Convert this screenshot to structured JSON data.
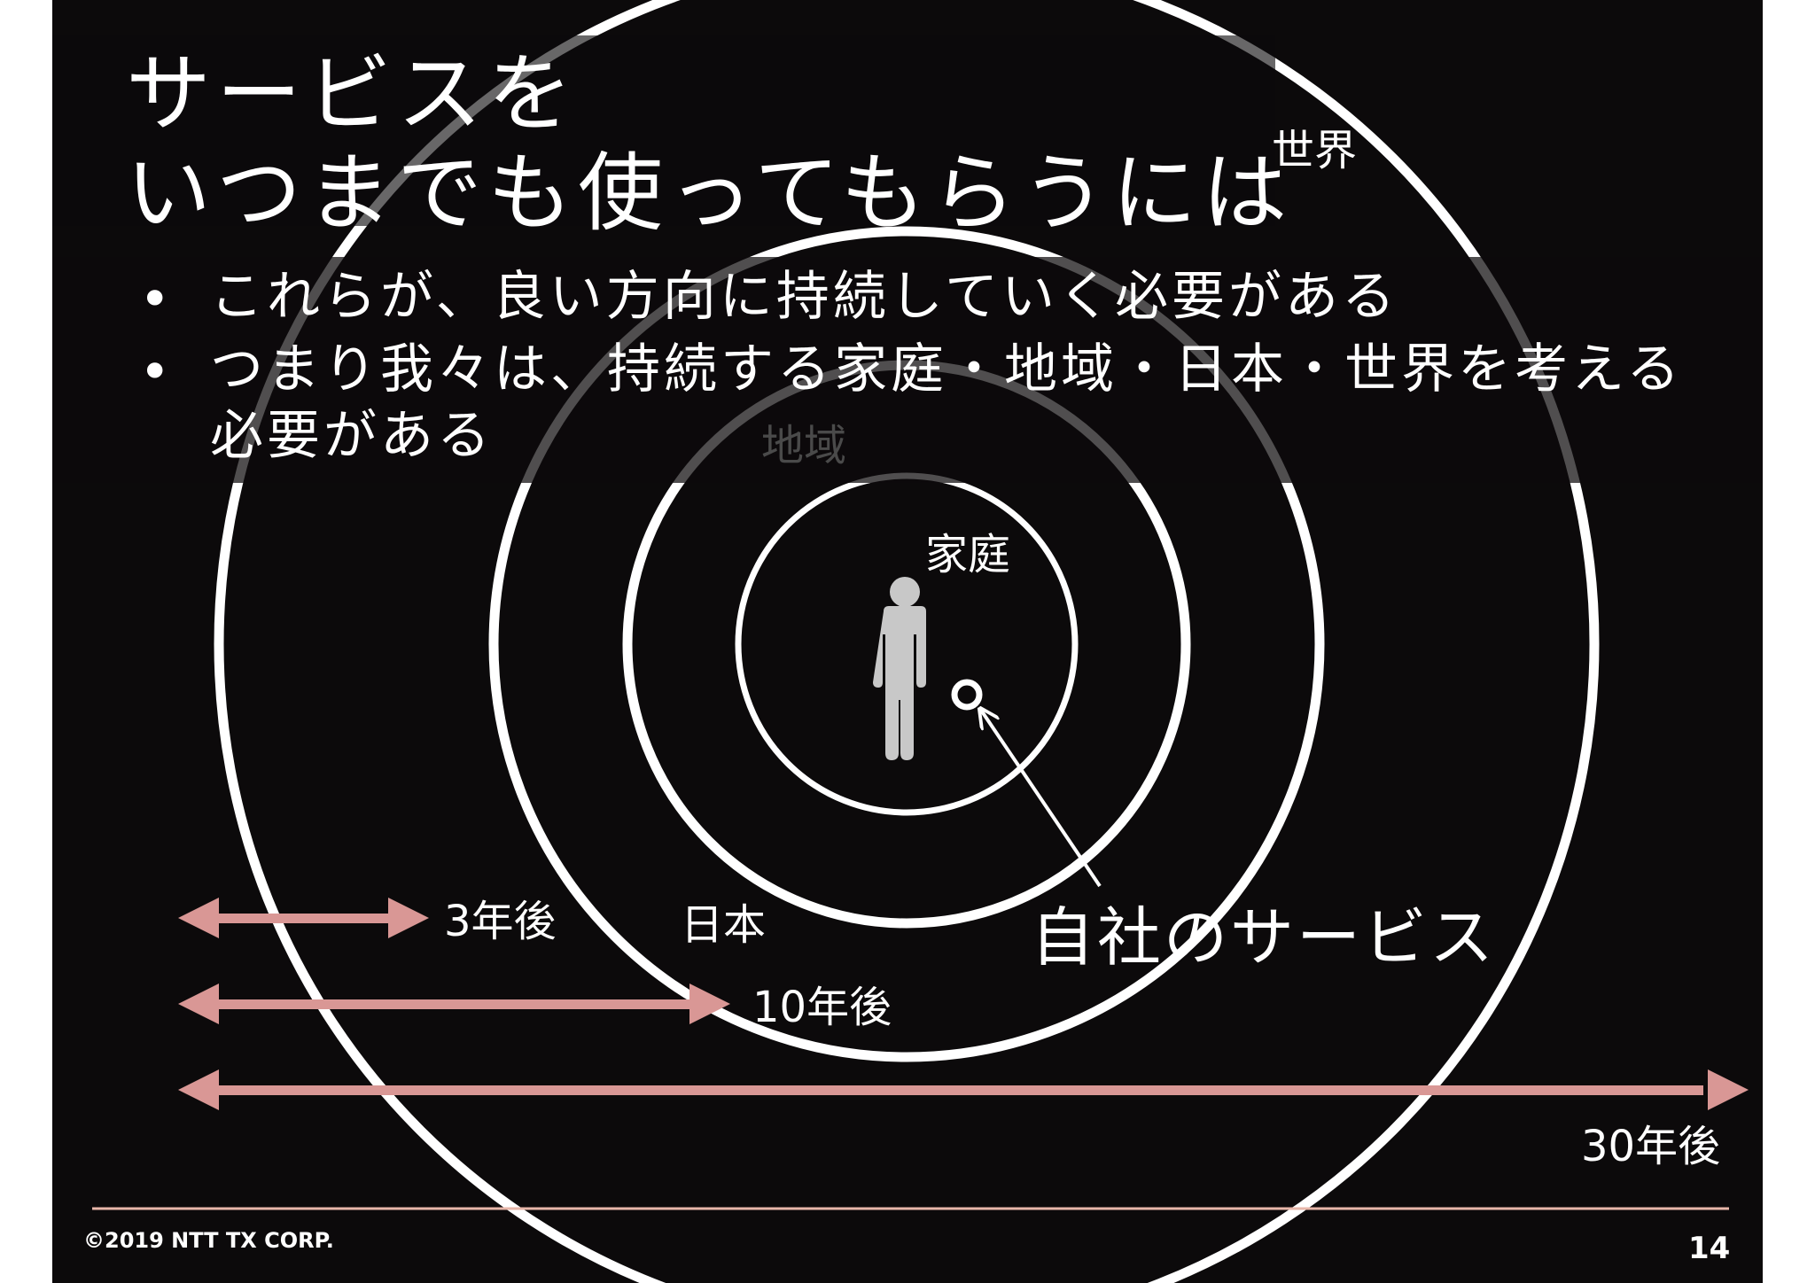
{
  "slide": {
    "title_line1": "サービスを",
    "title_line2": "いつまでも使ってもらうには",
    "bullets": [
      {
        "line1": "これらが、良い方向に持続していく必要がある"
      },
      {
        "line1": "つまり我々は、持続する家庭・地域・日本・世界を考える",
        "line2": "必要がある"
      }
    ],
    "bullet_symbol": "•",
    "rings": {
      "family": "家庭",
      "region": "地域",
      "japan": "日本",
      "world": "世界"
    },
    "service_label": "自社のサービス",
    "timeline": {
      "three_years": "3年後",
      "ten_years": "10年後",
      "thirty_years": "30年後"
    },
    "footer": {
      "copyright": "©2019 NTT TX CORP.",
      "page_number": "14"
    },
    "colors": {
      "background": "#0c0a0b",
      "ring": "#ffffff",
      "arrow": "#d99795",
      "person": "#c8c8c8",
      "footer_line": "#e8b7aa"
    },
    "icons": {
      "person": "person-icon",
      "service": "service-circle-icon"
    }
  }
}
